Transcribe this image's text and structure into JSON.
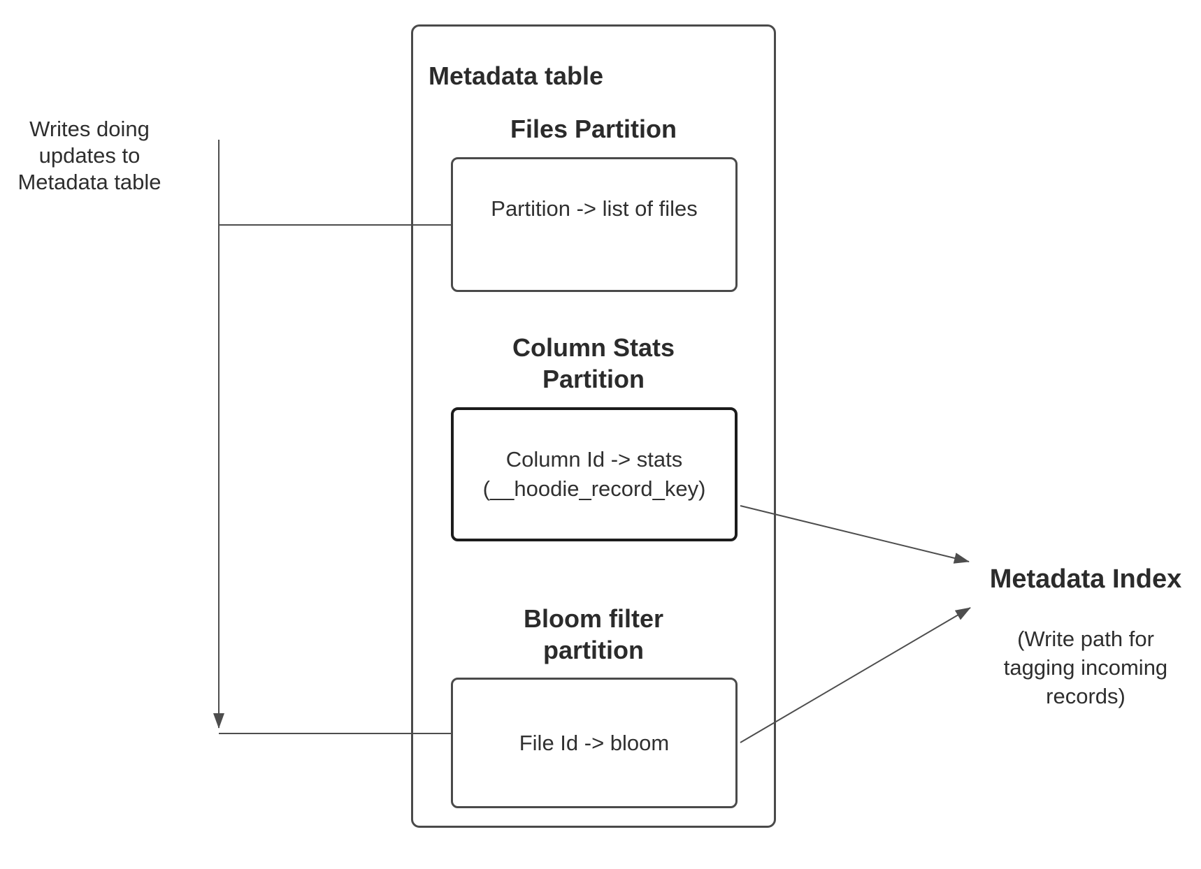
{
  "colors": {
    "background": "#ffffff",
    "line": "#4d4d4d",
    "box_border": "#4a4a4a",
    "stats_box_border": "#1c1c1c",
    "text": "#303030"
  },
  "left_note": "Writes doing\nupdates to\nMetadata table",
  "metadata_table": {
    "title": "Metadata table",
    "files": {
      "heading": "Files Partition",
      "content": "Partition -> list of files"
    },
    "column_stats": {
      "heading": "Column Stats\nPartition",
      "content": "Column Id  -> stats\n(__hoodie_record_key)"
    },
    "bloom": {
      "heading": "Bloom filter\npartition",
      "content": "File Id -> bloom"
    }
  },
  "metadata_index": {
    "title": "Metadata Index",
    "subtitle": "(Write path for\ntagging incoming\nrecords)"
  }
}
